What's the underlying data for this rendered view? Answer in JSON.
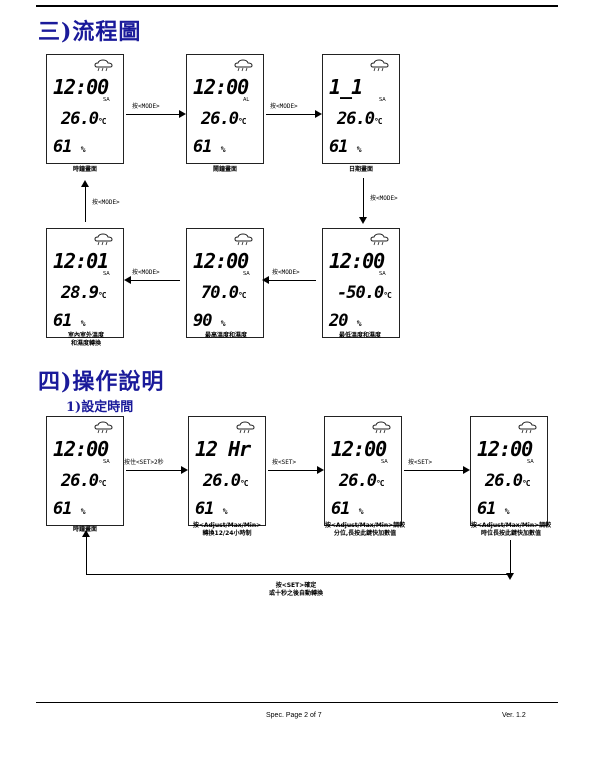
{
  "section3": {
    "title": "三)流程圖",
    "screens": [
      {
        "time": "12:00",
        "mark": "SA",
        "temp": "26.0",
        "hum": "61",
        "caption": "時鐘畫面"
      },
      {
        "time": "12:00",
        "mark": "AL",
        "temp": "26.0",
        "hum": "61",
        "caption": "鬧鐘畫面"
      },
      {
        "time": "1_1",
        "mark": "SA",
        "temp": "26.0",
        "hum": "61",
        "caption": "日期畫面"
      },
      {
        "time": "12:00",
        "mark": "SA",
        "temp": "-50.0",
        "hum": "20",
        "caption": "最低溫度和濕度"
      },
      {
        "time": "12:00",
        "mark": "SA",
        "temp": "70.0",
        "hum": "90",
        "caption": "最高溫度和濕度"
      },
      {
        "time": "12:01",
        "mark": "SA",
        "temp": "28.9",
        "hum": "61",
        "caption": "室內室外溫度\n和濕度轉換"
      }
    ],
    "arrow_label": "按<MODE>"
  },
  "section4": {
    "title": "四)操作說明",
    "subtitle": "1)設定時間",
    "screens": [
      {
        "time": "12:00",
        "mark": "SA",
        "temp": "26.0",
        "hum": "61",
        "caption": "時鐘畫面"
      },
      {
        "time": "12 Hr",
        "mark": "",
        "temp": "26.0",
        "hum": "61",
        "caption": "按<Adjust/Max/Min>\n轉換12/24小時制"
      },
      {
        "time": "12:00",
        "mark": "SA",
        "temp": "26.0",
        "hum": "61",
        "caption": "按<Adjust/Max/Min>調較\n分位,長按此鍵快加數值"
      },
      {
        "time": "12:00",
        "mark": "SA",
        "temp": "26.0",
        "hum": "61",
        "caption": "按<Adjust/Max/Min>調較\n時位長按此鍵快加數值"
      }
    ],
    "arrows": [
      "按住<SET>2秒",
      "按<SET>",
      "按<SET>"
    ],
    "return_note": "按<SET>確定\n或十秒之後自動轉換"
  },
  "footer": {
    "page": "Spec. Page 2 of 7",
    "version": "Ver. 1.2"
  },
  "units": {
    "temp": "°C",
    "hum": "%"
  }
}
